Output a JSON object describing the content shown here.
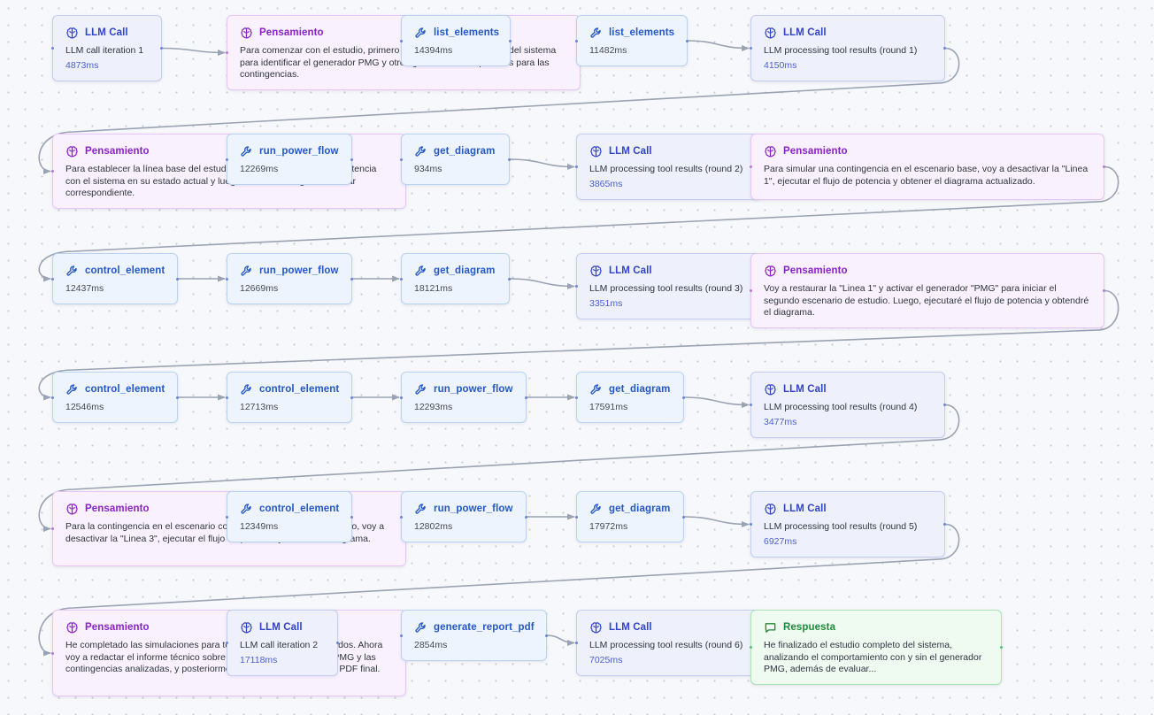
{
  "nodes": [
    {
      "type": "llm",
      "title": "LLM Call",
      "text": "LLM call iteration 1",
      "duration": "4873ms"
    },
    {
      "type": "thought",
      "title": "Pensamiento",
      "text": "Para comenzar con el estudio, primero voy a listar los elementos del sistema para identificar el generador PMG y otros generadores disponibles para las contingencias."
    },
    {
      "type": "tool",
      "title": "list_elements",
      "duration": "14394ms"
    },
    {
      "type": "tool",
      "title": "list_elements",
      "duration": "11482ms"
    },
    {
      "type": "llm",
      "title": "LLM Call",
      "text": "LLM processing tool results (round 1)",
      "duration": "4150ms"
    },
    {
      "type": "thought",
      "title": "Pensamiento",
      "text": "Para establecer la línea base del estudio, voy a ejecutar el flujo de potencia con el sistema en su estado actual y luego obtener el diagrama unifilar correspondiente."
    },
    {
      "type": "tool",
      "title": "run_power_flow",
      "duration": "12269ms"
    },
    {
      "type": "tool",
      "title": "get_diagram",
      "duration": "934ms"
    },
    {
      "type": "llm",
      "title": "LLM Call",
      "text": "LLM processing tool results (round 2)",
      "duration": "3865ms"
    },
    {
      "type": "thought",
      "title": "Pensamiento",
      "text": "Para simular una contingencia en el escenario base, voy a desactivar la \"Linea 1\", ejecutar el flujo de potencia y obtener el diagrama actualizado."
    },
    {
      "type": "tool",
      "title": "control_element",
      "duration": "12437ms"
    },
    {
      "type": "tool",
      "title": "run_power_flow",
      "duration": "12669ms"
    },
    {
      "type": "tool",
      "title": "get_diagram",
      "duration": "18121ms"
    },
    {
      "type": "llm",
      "title": "LLM Call",
      "text": "LLM processing tool results (round 3)",
      "duration": "3351ms"
    },
    {
      "type": "thought",
      "title": "Pensamiento",
      "text": "Voy a restaurar la \"Linea 1\" y activar el generador \"PMG\" para iniciar el segundo escenario de estudio. Luego, ejecutaré el flujo de potencia y obtendré el diagrama."
    },
    {
      "type": "tool",
      "title": "control_element",
      "duration": "12546ms"
    },
    {
      "type": "tool",
      "title": "control_element",
      "duration": "12713ms"
    },
    {
      "type": "tool",
      "title": "run_power_flow",
      "duration": "12293ms"
    },
    {
      "type": "tool",
      "title": "get_diagram",
      "duration": "17591ms"
    },
    {
      "type": "llm",
      "title": "LLM Call",
      "text": "LLM processing tool results (round 4)",
      "duration": "3477ms"
    },
    {
      "type": "thought",
      "title": "Pensamiento",
      "text": "Para la contingencia en el escenario con el generador PMG encendido, voy a desactivar la \"Linea 3\", ejecutar el flujo de potencia y obtener el diagrama."
    },
    {
      "type": "tool",
      "title": "control_element",
      "duration": "12349ms"
    },
    {
      "type": "tool",
      "title": "run_power_flow",
      "duration": "12802ms"
    },
    {
      "type": "tool",
      "title": "get_diagram",
      "duration": "17972ms"
    },
    {
      "type": "llm",
      "title": "LLM Call",
      "text": "LLM processing tool results (round 5)",
      "duration": "6927ms"
    },
    {
      "type": "thought",
      "title": "Pensamiento",
      "text": "He completado las simulaciones para todos los escenarios solicitados. Ahora voy a redactar el informe técnico sobre el impacto del generador PMG y las contingencias analizadas, y posteriormente generar el documento PDF final."
    },
    {
      "type": "llm",
      "title": "LLM Call",
      "text": "LLM call iteration 2",
      "duration": "17118ms"
    },
    {
      "type": "tool",
      "title": "generate_report_pdf",
      "duration": "2854ms"
    },
    {
      "type": "llm",
      "title": "LLM Call",
      "text": "LLM processing tool results (round 6)",
      "duration": "7025ms"
    },
    {
      "type": "answer",
      "title": "Respuesta",
      "text": "He finalizado el estudio completo del sistema, analizando el comportamiento con y sin el generador PMG, además de evaluar..."
    }
  ],
  "icons": {
    "llm": "brain-icon",
    "thought": "brain-icon",
    "tool": "wrench-icon",
    "answer": "message-icon"
  },
  "colors": {
    "edge": "#9aa3b3",
    "thought": "#8b22c8",
    "llm": "#3243c8",
    "tool": "#2458c8",
    "answer": "#1f8a3b"
  }
}
